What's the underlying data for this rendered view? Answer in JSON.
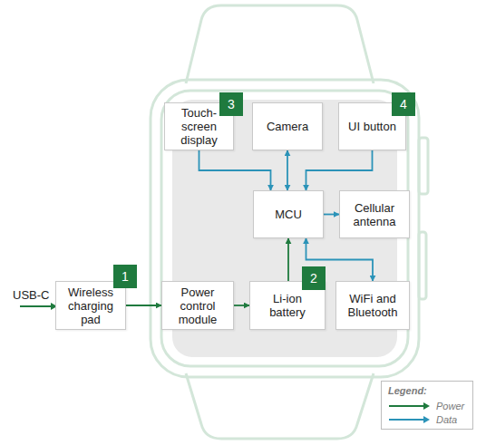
{
  "diagram": {
    "nodes": [
      {
        "text": [
          "Touch-screen display"
        ]
      },
      {
        "text": [
          "Camera"
        ]
      },
      {
        "text": [
          "UI button"
        ]
      },
      {
        "text": [
          "MCU"
        ]
      },
      {
        "text": [
          "Cellular antenna"
        ]
      },
      {
        "text": [
          "Wireless charging pad"
        ]
      },
      {
        "text": [
          "Power control module"
        ]
      },
      {
        "text": [
          "Li-ion battery"
        ]
      },
      {
        "text": [
          "WiFi and Bluetooth"
        ]
      }
    ],
    "edges": [
      {
        "from": 0,
        "to": 3,
        "arrow": "to"
      },
      {
        "from": 1,
        "to": 3,
        "arrow": "both"
      },
      {
        "from": 2,
        "to": 3,
        "arrow": "to"
      },
      {
        "from": 3,
        "to": 4,
        "arrow": "to"
      },
      {
        "from": 5,
        "to": 6,
        "arrow": "to"
      },
      {
        "from": 6,
        "to": 7,
        "arrow": "to"
      },
      {
        "from": 7,
        "to": 3,
        "arrow": "to"
      },
      {
        "from": 3,
        "to": 8,
        "arrow": "both"
      }
    ],
    "labels": [
      "USB-C",
      "1",
      "2",
      "3",
      "4",
      "Legend:"
    ],
    "legend": [
      {
        "text": "Power"
      },
      {
        "text": "Data"
      }
    ]
  }
}
